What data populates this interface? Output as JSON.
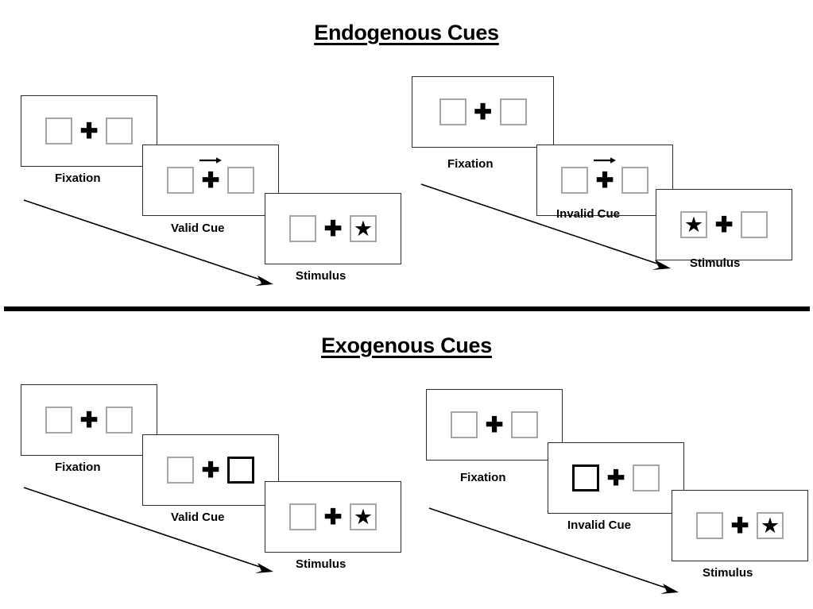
{
  "figure": {
    "sections": [
      {
        "id": "endogenous",
        "title": "Endogenous Cues",
        "sequences": [
          {
            "id": "endogenous-valid",
            "condition_label": "Valid Cue",
            "frames": [
              {
                "caption": "Fixation",
                "cue_type": "none",
                "left_box": {
                  "state": "normal",
                  "content": ""
                },
                "right_box": {
                  "state": "normal",
                  "content": ""
                },
                "center": "plus"
              },
              {
                "caption": "Valid Cue",
                "cue_type": "arrow-right",
                "left_box": {
                  "state": "normal",
                  "content": ""
                },
                "right_box": {
                  "state": "normal",
                  "content": ""
                },
                "center": "plus"
              },
              {
                "caption": "Stimulus",
                "cue_type": "none",
                "left_box": {
                  "state": "normal",
                  "content": ""
                },
                "right_box": {
                  "state": "normal",
                  "content": "star"
                },
                "center": "plus"
              }
            ]
          },
          {
            "id": "endogenous-invalid",
            "condition_label": "Invalid Cue",
            "frames": [
              {
                "caption": "Fixation",
                "cue_type": "none",
                "left_box": {
                  "state": "normal",
                  "content": ""
                },
                "right_box": {
                  "state": "normal",
                  "content": ""
                },
                "center": "plus"
              },
              {
                "caption": "Invalid Cue",
                "cue_type": "arrow-right",
                "left_box": {
                  "state": "normal",
                  "content": ""
                },
                "right_box": {
                  "state": "normal",
                  "content": ""
                },
                "center": "plus"
              },
              {
                "caption": "Stimulus",
                "cue_type": "none",
                "left_box": {
                  "state": "normal",
                  "content": "star"
                },
                "right_box": {
                  "state": "normal",
                  "content": ""
                },
                "center": "plus"
              }
            ]
          }
        ]
      },
      {
        "id": "exogenous",
        "title": "Exogenous Cues",
        "sequences": [
          {
            "id": "exogenous-valid",
            "condition_label": "Valid Cue",
            "frames": [
              {
                "caption": "Fixation",
                "cue_type": "none",
                "left_box": {
                  "state": "normal",
                  "content": ""
                },
                "right_box": {
                  "state": "normal",
                  "content": ""
                },
                "center": "plus"
              },
              {
                "caption": "Valid Cue",
                "cue_type": "box-flash-right",
                "left_box": {
                  "state": "normal",
                  "content": ""
                },
                "right_box": {
                  "state": "cued",
                  "content": ""
                },
                "center": "plus"
              },
              {
                "caption": "Stimulus",
                "cue_type": "none",
                "left_box": {
                  "state": "normal",
                  "content": ""
                },
                "right_box": {
                  "state": "normal",
                  "content": "star"
                },
                "center": "plus"
              }
            ]
          },
          {
            "id": "exogenous-invalid",
            "condition_label": "Invalid Cue",
            "frames": [
              {
                "caption": "Fixation",
                "cue_type": "none",
                "left_box": {
                  "state": "normal",
                  "content": ""
                },
                "right_box": {
                  "state": "normal",
                  "content": ""
                },
                "center": "plus"
              },
              {
                "caption": "Invalid Cue",
                "cue_type": "box-flash-left",
                "left_box": {
                  "state": "cued",
                  "content": ""
                },
                "right_box": {
                  "state": "normal",
                  "content": ""
                },
                "center": "plus"
              },
              {
                "caption": "Stimulus",
                "cue_type": "none",
                "left_box": {
                  "state": "normal",
                  "content": ""
                },
                "right_box": {
                  "state": "normal",
                  "content": "star"
                },
                "center": "plus"
              }
            ]
          }
        ]
      }
    ],
    "glyphs": {
      "fixation_cross": "✚",
      "star": "★"
    },
    "colors": {
      "panel_border": "#2b2b2b",
      "box_border": "#a6a6a6",
      "box_border_cued": "#000000",
      "ink": "#000000",
      "background": "#ffffff"
    },
    "time_arrows": [
      {
        "id": "time-arrow-endogenous",
        "meaning": "time"
      },
      {
        "id": "time-arrow-endogenous-right",
        "meaning": "time"
      },
      {
        "id": "time-arrow-exogenous",
        "meaning": "time"
      },
      {
        "id": "time-arrow-exogenous-right",
        "meaning": "time"
      }
    ]
  }
}
